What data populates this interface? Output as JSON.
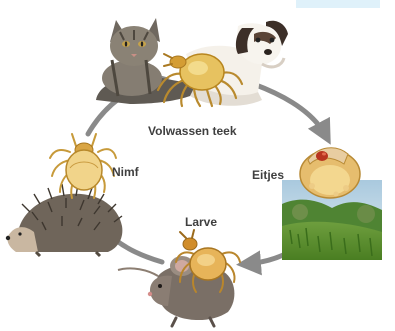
{
  "diagram": {
    "stages": {
      "adult": {
        "label": "Volwassen teek"
      },
      "eggs": {
        "label": "Eitjes"
      },
      "larva": {
        "label": "Larve"
      },
      "nymph": {
        "label": "Nimf"
      }
    }
  }
}
